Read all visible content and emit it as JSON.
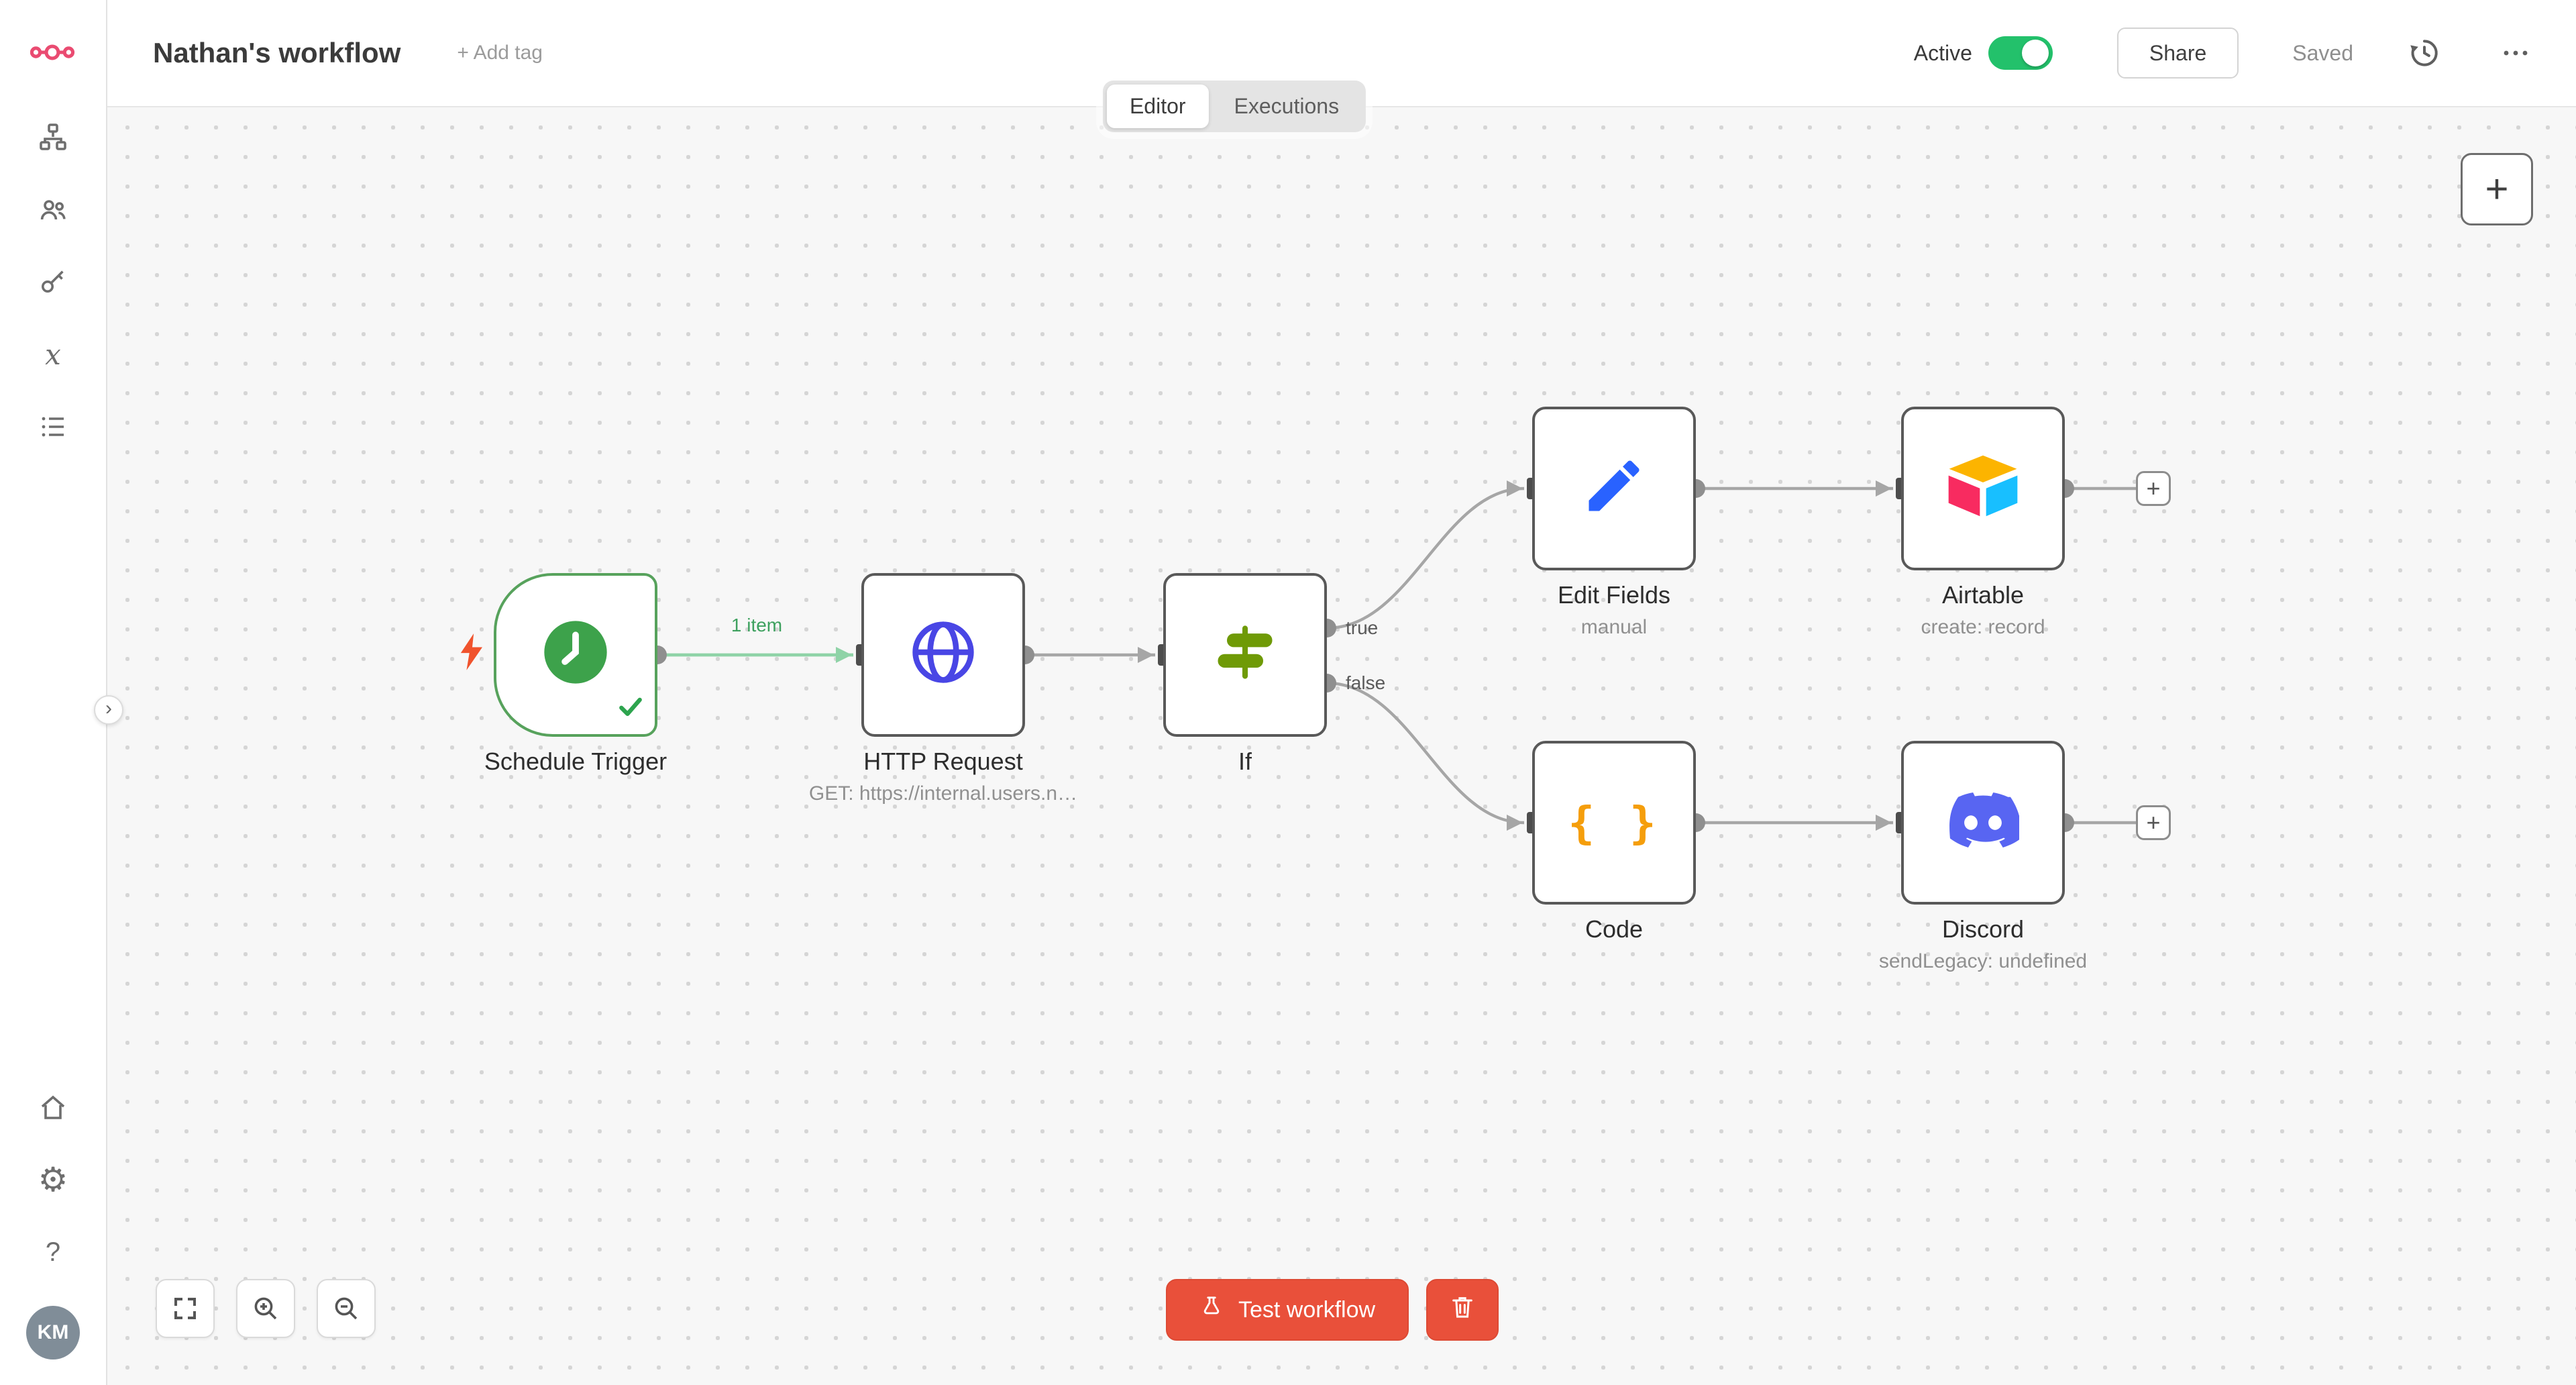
{
  "header": {
    "title": "Nathan's workflow",
    "add_tag_label": "+ Add tag",
    "tabs": {
      "editor": "Editor",
      "executions": "Executions"
    },
    "active_toggle_label": "Active",
    "share_label": "Share",
    "saved_label": "Saved"
  },
  "sidebar": {
    "avatar_initials": "KM",
    "help_glyph": "?",
    "variables_glyph": "x",
    "gear_glyph": "⚙"
  },
  "canvas": {
    "nodes": [
      {
        "id": "schedule-trigger",
        "name": "Schedule Trigger",
        "subtitle": ""
      },
      {
        "id": "http-request",
        "name": "HTTP Request",
        "subtitle": "GET: https://internal.users.n…"
      },
      {
        "id": "if",
        "name": "If",
        "subtitle": ""
      },
      {
        "id": "edit-fields",
        "name": "Edit Fields",
        "subtitle": "manual"
      },
      {
        "id": "airtable",
        "name": "Airtable",
        "subtitle": "create: record"
      },
      {
        "id": "code",
        "name": "Code",
        "subtitle": ""
      },
      {
        "id": "discord",
        "name": "Discord",
        "subtitle": "sendLegacy: undefined"
      }
    ],
    "edge_labels": {
      "item_count": "1 item",
      "if_true": "true",
      "if_false": "false"
    }
  },
  "footer": {
    "test_workflow_label": "Test workflow"
  },
  "glyphs": {
    "plus": "+",
    "chevron_right": "›",
    "code_braces": "{ }"
  },
  "colors": {
    "brand_pink": "#ea4b71",
    "toggle_green": "#23c16b",
    "primary_button": "#e9503a",
    "connector_gray": "#a6a6a6",
    "run_edge_green": "#8fd3a7",
    "success_check": "#2da44e"
  }
}
